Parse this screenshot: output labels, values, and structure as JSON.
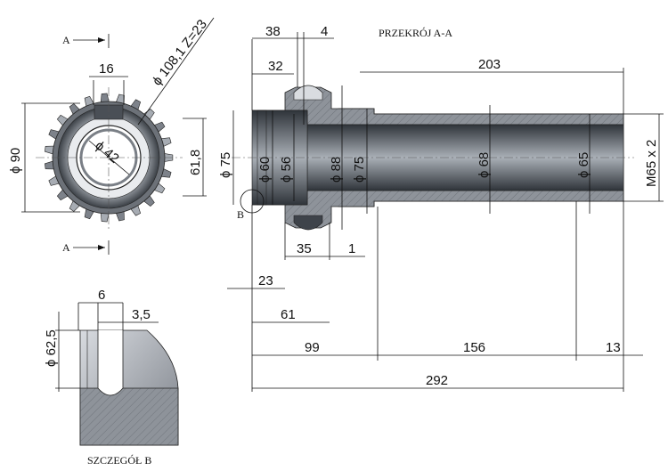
{
  "section_title": "PRZEKRÓJ A-A",
  "detail_title": "SZCZEGÓŁ B",
  "section_marks": {
    "top": "A",
    "bottom": "A",
    "detail_ref": "B"
  },
  "front_view": {
    "gear_dim": "ϕ 108,1  Z=23",
    "width_top": "16",
    "outer_dia": "ϕ 90",
    "bore_dia": "ϕ 42",
    "right_dim": "61,8"
  },
  "section_view": {
    "dia_left": "ϕ 75",
    "dia_60": "ϕ 60",
    "dia_56": "ϕ 56",
    "dia_88": "ϕ 88",
    "dia_75": "ϕ 75",
    "dia_68": "ϕ 68",
    "dia_65": "ϕ 65",
    "thread": "M65 x 2",
    "len_38": "38",
    "len_4": "4",
    "len_32": "32",
    "len_203": "203",
    "len_35": "35",
    "len_1": "1",
    "len_23": "23",
    "len_61": "61",
    "len_99": "99",
    "len_156": "156",
    "len_13": "13",
    "len_292": "292"
  },
  "detail_view": {
    "dim_6": "6",
    "dim_35": "3,5",
    "dia_625": "ϕ 62,5"
  },
  "colors": {
    "steel_light": "#d4d8de",
    "steel_dark": "#5e646c",
    "section_face": "#8e939a",
    "ink": "#111111"
  }
}
